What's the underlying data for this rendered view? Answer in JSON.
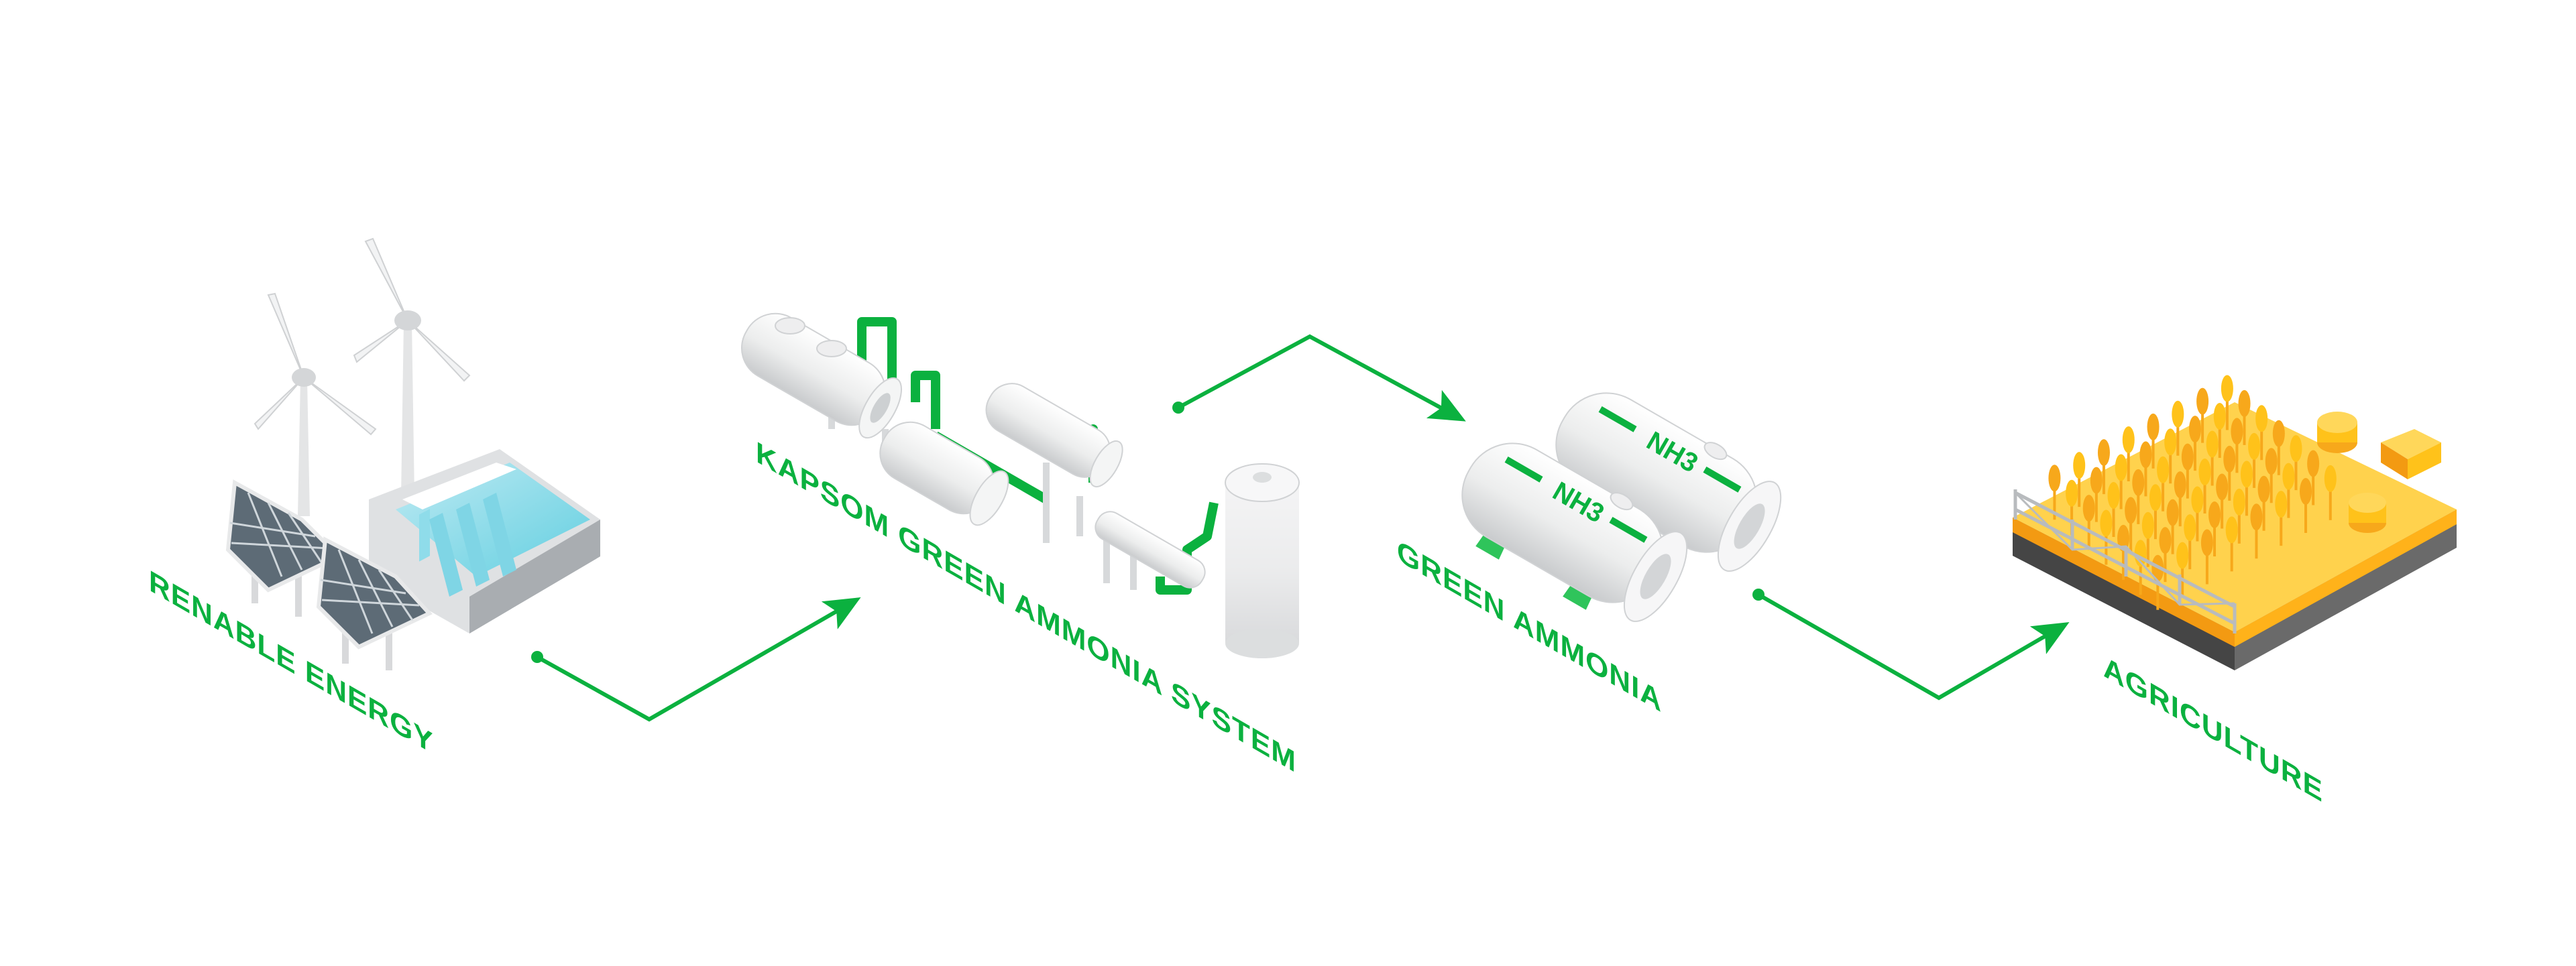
{
  "stages": [
    {
      "label": "RENABLE ENERGY"
    },
    {
      "label": "KAPSOM GREEN AMMONIA SYSTEM"
    },
    {
      "label": "GREEN AMMONIA"
    },
    {
      "label": "AGRICULTURE"
    }
  ],
  "tank_marking": "NH3",
  "colors": {
    "accent": "#0bb13f",
    "wheat": "#ffc21a",
    "soil": "#f39a12",
    "steel": "#e6e7e9"
  }
}
